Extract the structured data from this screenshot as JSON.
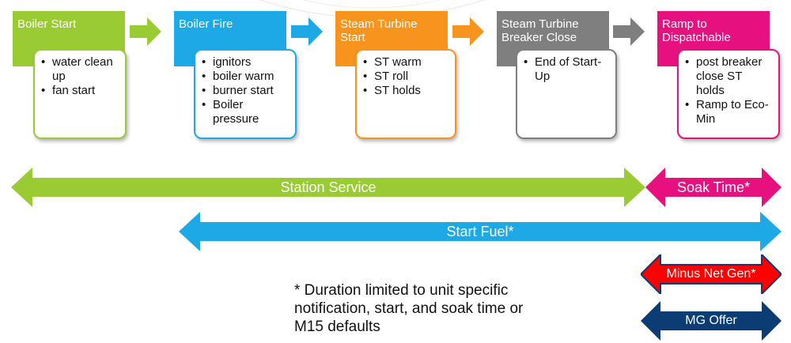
{
  "colors": {
    "green": "#99CC33",
    "blue": "#1CA9E6",
    "orange": "#F7941D",
    "gray": "#7F7F7F",
    "magenta": "#E6117F",
    "red": "#FF0000",
    "navy": "#0B3C73"
  },
  "stages": [
    {
      "title": "Boiler Start",
      "items": [
        "water clean up",
        "fan start"
      ],
      "color": "#99CC33"
    },
    {
      "title": "Boiler Fire",
      "items": [
        "ignitors",
        "boiler warm",
        "burner start",
        "Boiler pressure"
      ],
      "color": "#1CA9E6"
    },
    {
      "title": "Steam Turbine Start",
      "items": [
        "ST warm",
        "ST roll",
        "ST holds"
      ],
      "color": "#F7941D"
    },
    {
      "title": "Steam Turbine Breaker Close",
      "items": [
        "End of Start-Up"
      ],
      "color": "#7F7F7F"
    },
    {
      "title": "Ramp to Dispatchable",
      "items": [
        "post breaker close ST holds",
        "Ramp to Eco-Min"
      ],
      "color": "#E6117F"
    }
  ],
  "bands": {
    "station_service": "Station Service",
    "soak_time": "Soak Time*",
    "start_fuel": "Start Fuel*",
    "minus_net_gen": "Minus Net Gen*",
    "mg_offer": "MG Offer"
  },
  "footnote": "* Duration limited to unit specific notification, start, and soak time or M15 defaults"
}
